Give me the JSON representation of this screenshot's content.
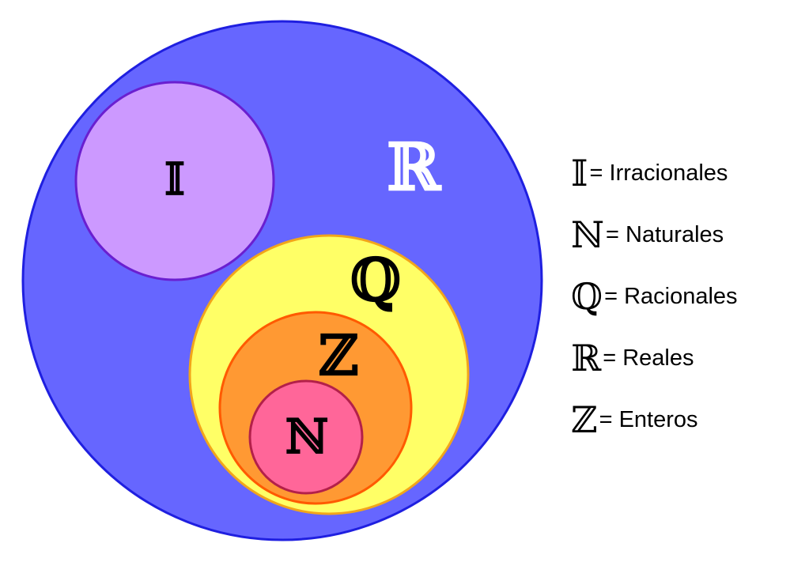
{
  "colors": {
    "real": "#6666ff",
    "real_stroke": "#1f1fe0",
    "irrational": "#cc99ff",
    "irrational_stroke": "#6a1fd0",
    "rational": "#ffff66",
    "rational_stroke": "#f2a51a",
    "integer": "#ff9933",
    "integer_stroke": "#ff5a00",
    "natural": "#ff6699",
    "natural_stroke": "#b3204a"
  },
  "diagram": {
    "irrational_symbol": "𝕀",
    "real_symbol": "ℝ",
    "rational_symbol": "ℚ",
    "integer_symbol": "ℤ",
    "natural_symbol": "ℕ"
  },
  "legend": [
    {
      "symbol": "𝕀",
      "text": "= Irracionales"
    },
    {
      "symbol": "ℕ",
      "text": "= Naturales"
    },
    {
      "symbol": "ℚ",
      "text": "= Racionales"
    },
    {
      "symbol": "ℝ",
      "text": "= Reales"
    },
    {
      "symbol": "ℤ",
      "text": "= Enteros"
    }
  ]
}
